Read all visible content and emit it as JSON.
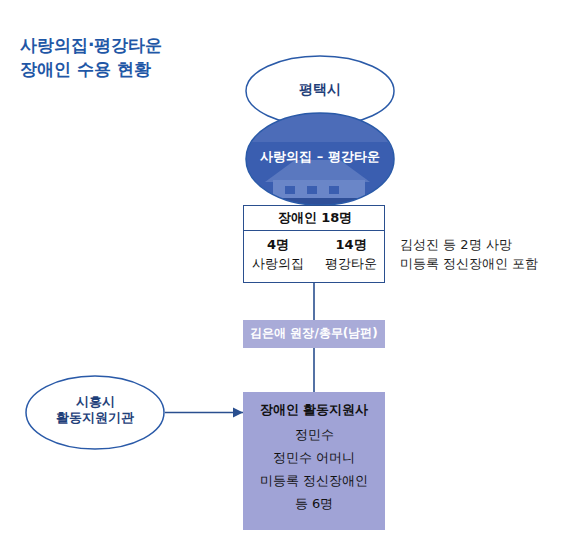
{
  "diagram": {
    "title": "사랑의집·평강타운 장애인 수용 현황",
    "nodes": [
      {
        "text": [
          "평택시"
        ]
      },
      {
        "text": [
          "사랑의집 – 평강타운"
        ]
      },
      {
        "text": [
          "장애인 18명",
          "4명",
          "사랑의집",
          "14명",
          "평강타운"
        ]
      },
      {
        "text": [
          "김은애 원장/총무(남편)"
        ]
      },
      {
        "text": [
          "장애인 활동지원사",
          "정민수",
          "정민수 어머니",
          "미등록 정신장애인",
          "등 6명"
        ]
      },
      {
        "text": [
          "시흥시 활동지원기관"
        ]
      }
    ],
    "edges": [
      {
        "from": 2,
        "to": 3,
        "arrow": "none"
      },
      {
        "from": 3,
        "to": 4,
        "arrow": "none"
      },
      {
        "from": 5,
        "to": 4,
        "arrow": "to"
      }
    ],
    "labels": [
      "김성진 등 2명 사망",
      "미등록 정신장애인 포함"
    ]
  }
}
